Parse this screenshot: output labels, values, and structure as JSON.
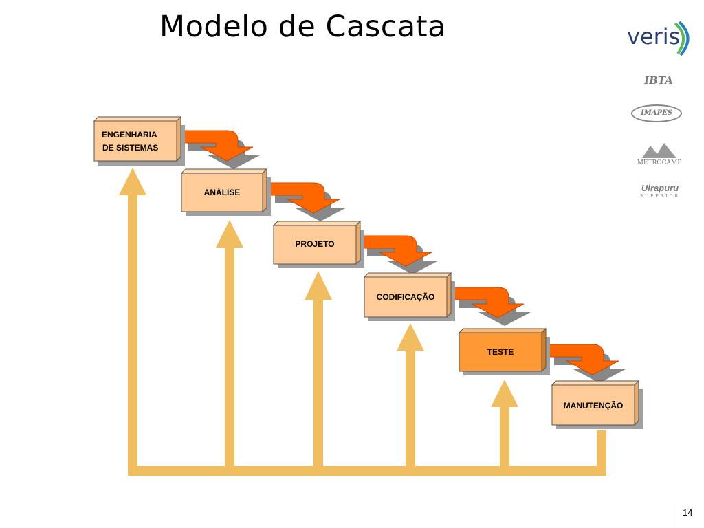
{
  "slide": {
    "title": "Modelo de Cascata",
    "page_number": "14"
  },
  "logos": {
    "veris": "veris",
    "ibta": "IBTA",
    "imapes": "IMAPES",
    "metrocamp": "METROCAMP",
    "uirapuru": "Uirapuru",
    "uirapuru_sub": "SUPERIOR"
  },
  "phases": [
    {
      "line1": "ENGENHARIA",
      "line2": "DE SISTEMAS"
    },
    {
      "line1": "ANÁLISE"
    },
    {
      "line1": "PROJETO"
    },
    {
      "line1": "CODIFICAÇÃO"
    },
    {
      "line1": "TESTE",
      "highlighted": true
    },
    {
      "line1": "MANUTENÇÃO"
    }
  ],
  "colors": {
    "box_fill": "#ffcc99",
    "box_fill_highlight": "#ff9933",
    "box_shadow": "#a0a0a0",
    "flow_arrow": "#ff6600",
    "feedback_arrow": "#f0be60"
  }
}
